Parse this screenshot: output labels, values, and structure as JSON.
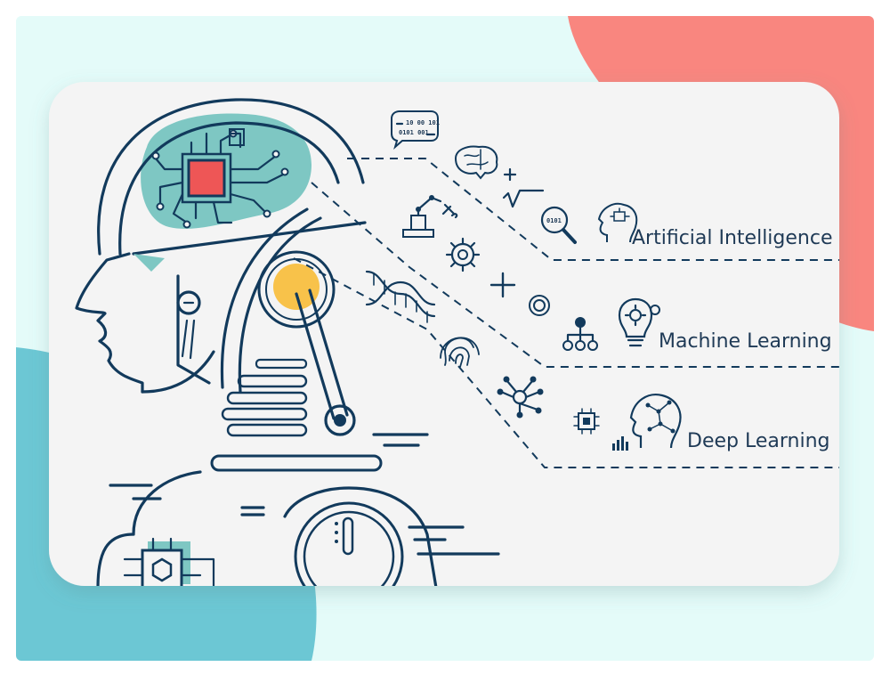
{
  "labels": {
    "ai": "Artificial Intelligence",
    "ml": "Machine Learning",
    "dl": "Deep Learning"
  },
  "chat_bubble": {
    "line1": "10 00 101",
    "line2": "0101 001"
  },
  "colors": {
    "outer_bg": "#e4fbf9",
    "coral": "#f9867f",
    "teal": "#6cc7d4",
    "card": "#f4f4f4",
    "line": "#123a5c",
    "brain_fill": "#7ec7c3",
    "chip_red": "#ee5656",
    "eye_yellow": "#f8c24a"
  },
  "icons": [
    "chat-bubble-icon",
    "brain-icon",
    "plus-icon",
    "sqrt-icon",
    "robot-arm-icon",
    "wrench-icon",
    "gear-icon",
    "magnifier-binary-icon",
    "head-chip-icon",
    "dna-icon",
    "plus-icon",
    "spiral-icon",
    "hierarchy-icon",
    "lightbulb-gear-icon",
    "fingerprint-icon",
    "network-icon",
    "chip-icon",
    "bar-chart-icon",
    "head-network-icon"
  ]
}
